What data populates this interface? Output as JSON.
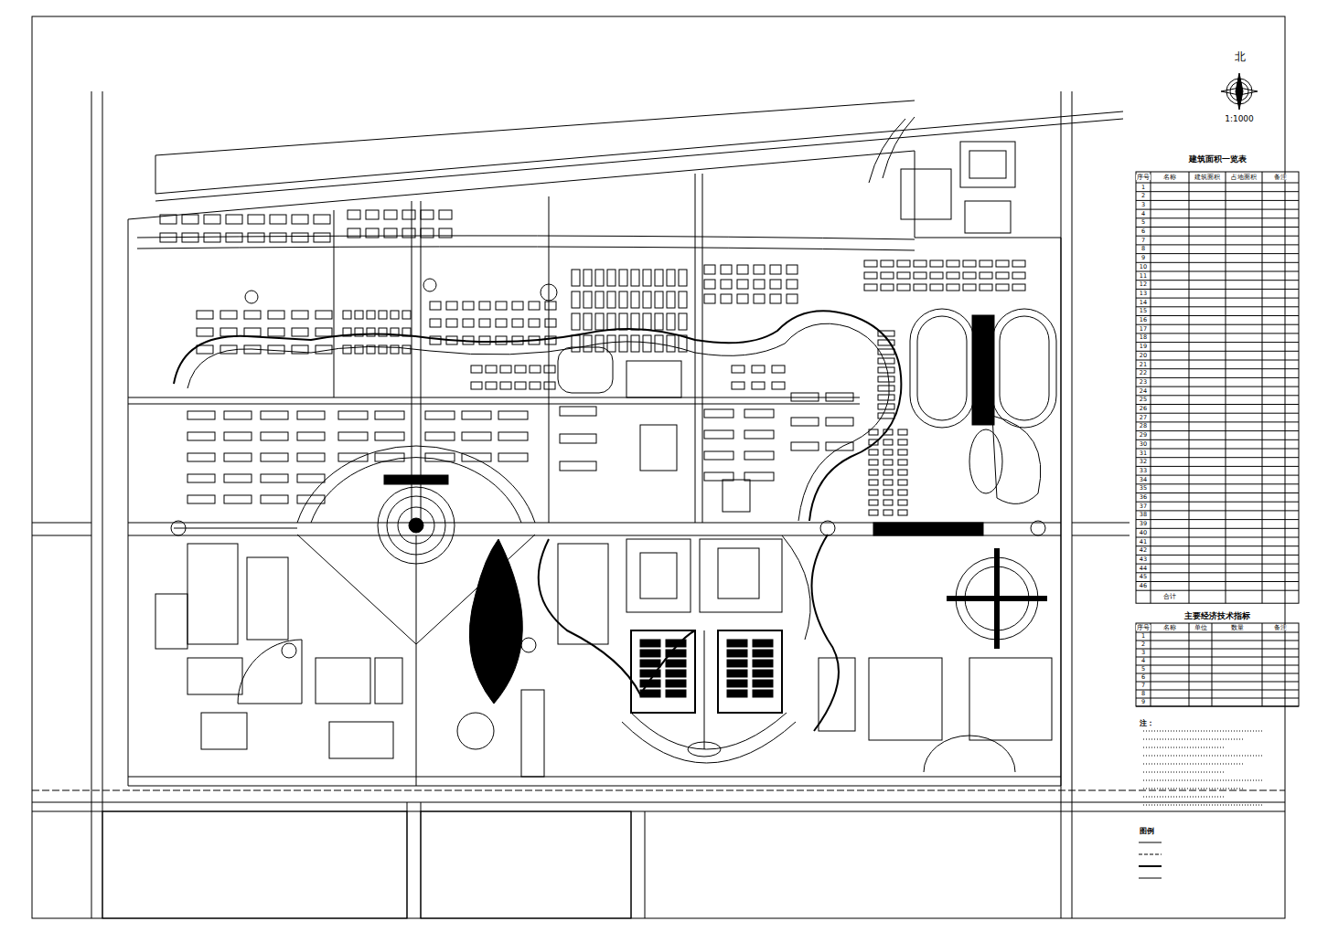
{
  "diagram": {
    "labels": [
      "北",
      "1:1000",
      "建筑面积一览表",
      "序号",
      "名称",
      "建筑面积",
      "占地面积",
      "备注",
      "1",
      "2",
      "3",
      "4",
      "5",
      "6",
      "7",
      "8",
      "9",
      "10",
      "11",
      "12",
      "13",
      "14",
      "15",
      "16",
      "17",
      "18",
      "19",
      "20",
      "21",
      "22",
      "23",
      "24",
      "25",
      "26",
      "27",
      "28",
      "29",
      "30",
      "31",
      "32",
      "33",
      "34",
      "35",
      "36",
      "37",
      "38",
      "39",
      "40",
      "41",
      "42",
      "43",
      "44",
      "45",
      "46",
      "合计",
      "主要经济技术指标",
      "序号",
      "名称",
      "单位",
      "数量",
      "备注",
      "1",
      "2",
      "3",
      "4",
      "5",
      "6",
      "7",
      "8",
      "9",
      "注：",
      "图例"
    ]
  }
}
